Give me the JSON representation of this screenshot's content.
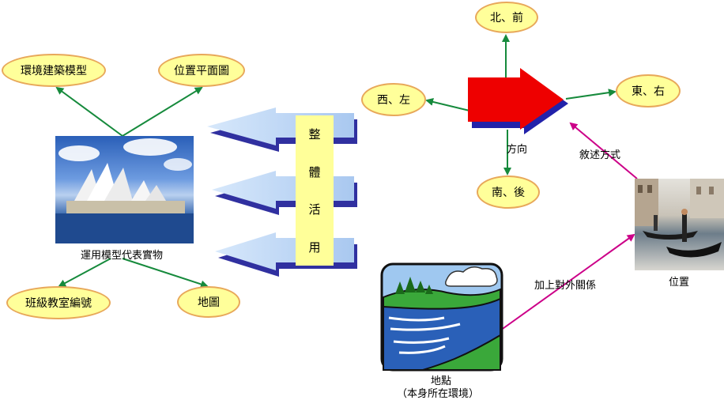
{
  "ovals": {
    "env_model": "環境建築模型",
    "position_plan": "位置平面圖",
    "class_number": "班級教室編號",
    "map": "地圖",
    "north": "北、前",
    "west": "西、左",
    "east": "東、右",
    "south": "南、後"
  },
  "labels": {
    "model_caption": "運用模型代表實物",
    "direction": "方向",
    "describe_method": "敘述方式",
    "add_relation": "加上對外關係",
    "position": "位置",
    "place": "地點",
    "place_sub": "（本身所在環境）"
  },
  "integrate": [
    "整",
    "體",
    "活",
    "用"
  ],
  "colors": {
    "oval_fill": "#ffff9a",
    "oval_border": "#e8a85a",
    "green_arrow": "#168a3c",
    "magenta_arrow": "#cc0088",
    "big_arrow_red": "#ee0000",
    "big_arrow_shadow": "#2222aa",
    "blue_arrow": "#b8d4f4",
    "integrate_box": "#ffff99"
  }
}
